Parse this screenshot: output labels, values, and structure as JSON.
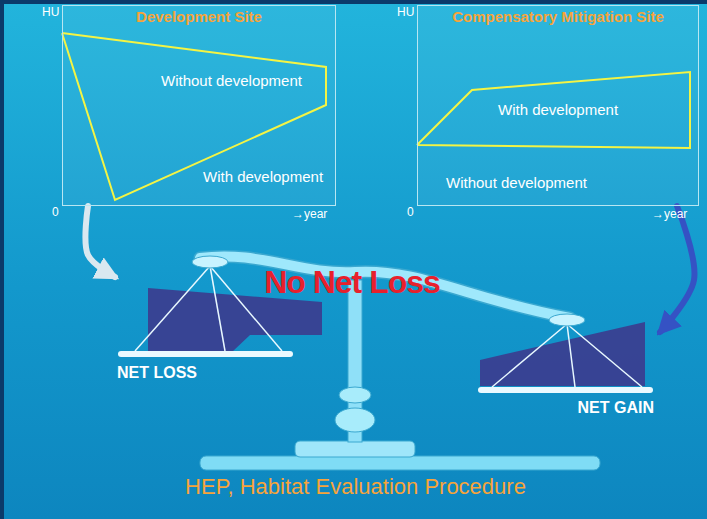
{
  "diagram": {
    "caption": "HEP, Habitat Evaluation Procedure",
    "nodes": [
      {
        "text": [
          "Development Site",
          "Without development",
          "With development"
        ]
      },
      {
        "text": [
          "Compensatory Mitigation Site",
          "With development",
          "Without development"
        ]
      },
      {
        "text": [
          "NET LOSS"
        ]
      },
      {
        "text": [
          "NET GAIN"
        ]
      }
    ],
    "edges": [
      {
        "from": 0,
        "to": 2,
        "arrow": "to"
      },
      {
        "from": 1,
        "to": 3,
        "arrow": "to"
      }
    ],
    "labels": [
      "HU",
      "0",
      "→year",
      "HU",
      "0",
      "→year",
      "No Net Loss"
    ]
  }
}
